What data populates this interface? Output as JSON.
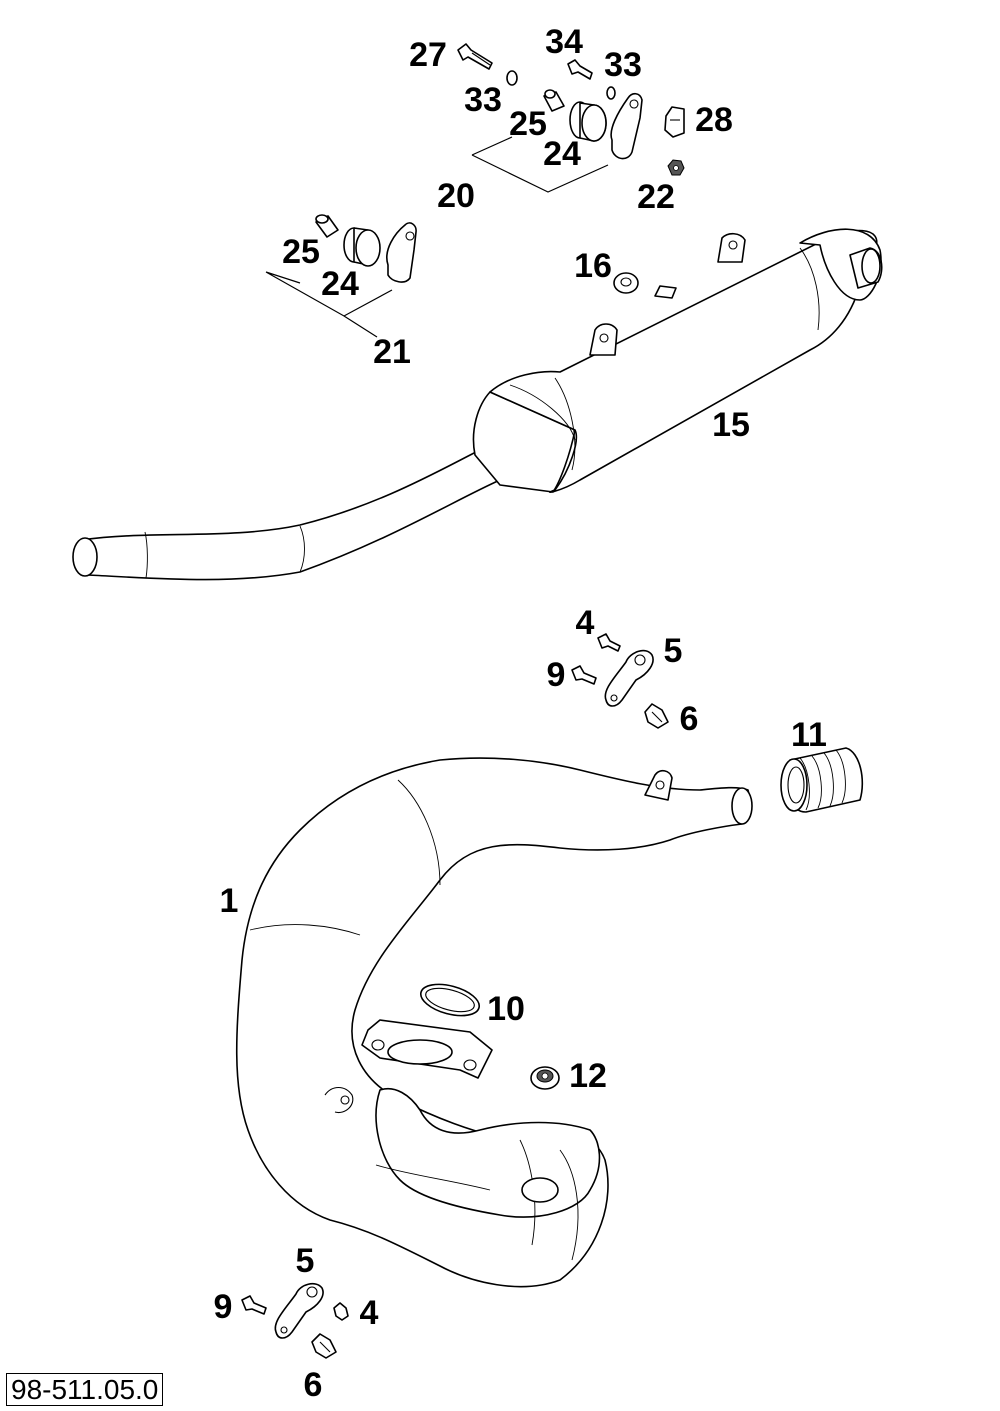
{
  "drawing": {
    "reference_number": "98-511.05.0",
    "callouts": {
      "c27": "27",
      "c34": "34",
      "c33a": "33",
      "c33b": "33",
      "c25a": "25",
      "c28": "28",
      "c24a": "24",
      "c20": "20",
      "c22": "22",
      "c25b": "25",
      "c16": "16",
      "c24b": "24",
      "c21": "21",
      "c15": "15",
      "c4a": "4",
      "c5a": "5",
      "c9a": "9",
      "c6a": "6",
      "c11": "11",
      "c1": "1",
      "c10": "10",
      "c12": "12",
      "c5b": "5",
      "c9b": "9",
      "c4b": "4",
      "c6b": "6"
    }
  }
}
